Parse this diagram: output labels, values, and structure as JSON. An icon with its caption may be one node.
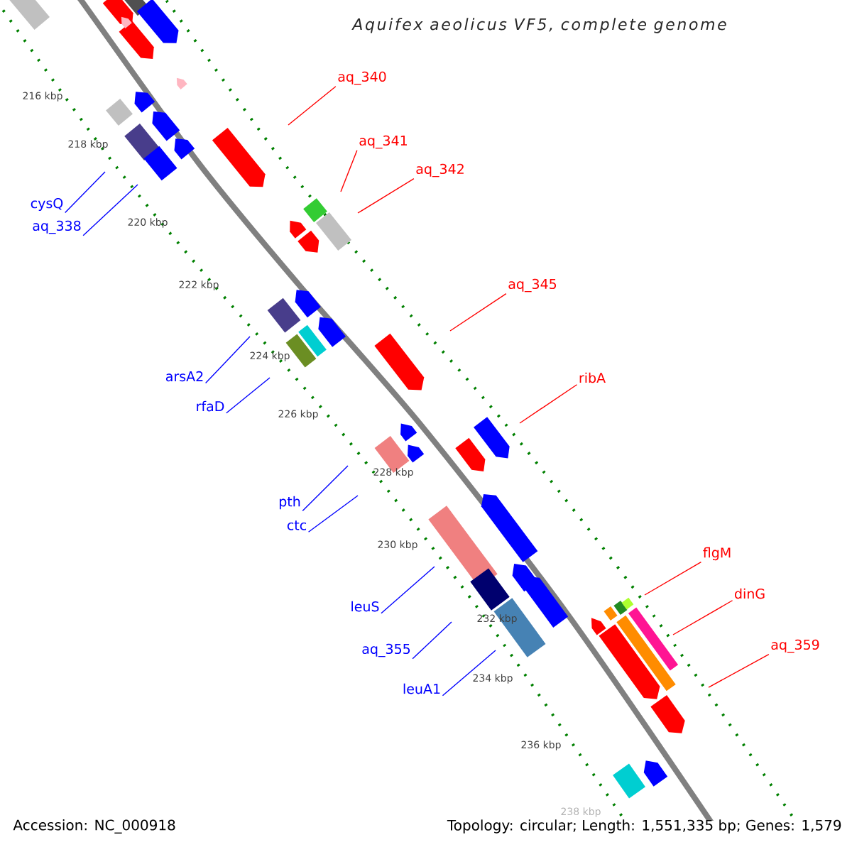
{
  "diagram": {
    "title": "Aquifex aeolicus VF5, complete genome",
    "nodes": [
      {
        "text": [
          "aq_340"
        ]
      },
      {
        "text": [
          "aq_341"
        ]
      },
      {
        "text": [
          "aq_342"
        ]
      },
      {
        "text": [
          "cysQ"
        ]
      },
      {
        "text": [
          "aq_338"
        ]
      },
      {
        "text": [
          "aq_345"
        ]
      },
      {
        "text": [
          "arsA2"
        ]
      },
      {
        "text": [
          "ribA"
        ]
      },
      {
        "text": [
          "rfaD"
        ]
      },
      {
        "text": [
          "pth"
        ]
      },
      {
        "text": [
          "ctc"
        ]
      },
      {
        "text": [
          "flgM"
        ]
      },
      {
        "text": [
          "leuS"
        ]
      },
      {
        "text": [
          "dinG"
        ]
      },
      {
        "text": [
          "aq_355"
        ]
      },
      {
        "text": [
          "aq_359"
        ]
      },
      {
        "text": [
          "leuA1"
        ]
      }
    ],
    "edges": [
      {
        "from": 0,
        "to": null,
        "arrow": "none",
        "color": "#ff0000"
      },
      {
        "from": 1,
        "to": null,
        "arrow": "none",
        "color": "#ff0000"
      },
      {
        "from": 2,
        "to": null,
        "arrow": "none",
        "color": "#ff0000"
      },
      {
        "from": 3,
        "to": null,
        "arrow": "none",
        "color": "#0000ff"
      },
      {
        "from": 4,
        "to": null,
        "arrow": "none",
        "color": "#0000ff"
      },
      {
        "from": 5,
        "to": null,
        "arrow": "none",
        "color": "#ff0000"
      },
      {
        "from": 6,
        "to": null,
        "arrow": "none",
        "color": "#0000ff"
      },
      {
        "from": 7,
        "to": null,
        "arrow": "none",
        "color": "#ff0000"
      },
      {
        "from": 8,
        "to": null,
        "arrow": "none",
        "color": "#0000ff"
      },
      {
        "from": 9,
        "to": null,
        "arrow": "none",
        "color": "#0000ff"
      },
      {
        "from": 10,
        "to": null,
        "arrow": "none",
        "color": "#0000ff"
      },
      {
        "from": 11,
        "to": null,
        "arrow": "none",
        "color": "#ff0000"
      },
      {
        "from": 12,
        "to": null,
        "arrow": "none",
        "color": "#0000ff"
      },
      {
        "from": 13,
        "to": null,
        "arrow": "none",
        "color": "#ff0000"
      },
      {
        "from": 14,
        "to": null,
        "arrow": "none",
        "color": "#0000ff"
      },
      {
        "from": 15,
        "to": null,
        "arrow": "none",
        "color": "#ff0000"
      },
      {
        "from": 16,
        "to": null,
        "arrow": "none",
        "color": "#0000ff"
      }
    ],
    "labels": [
      "216 kbp",
      "218 kbp",
      "220 kbp",
      "222 kbp",
      "224 kbp",
      "226 kbp",
      "228 kbp",
      "230 kbp",
      "232 kbp",
      "234 kbp",
      "236 kbp",
      "238 kbp",
      "Accession: NC_000918",
      "Topology: circular; Length: 1,551,335 bp; Genes: 1,579"
    ]
  }
}
